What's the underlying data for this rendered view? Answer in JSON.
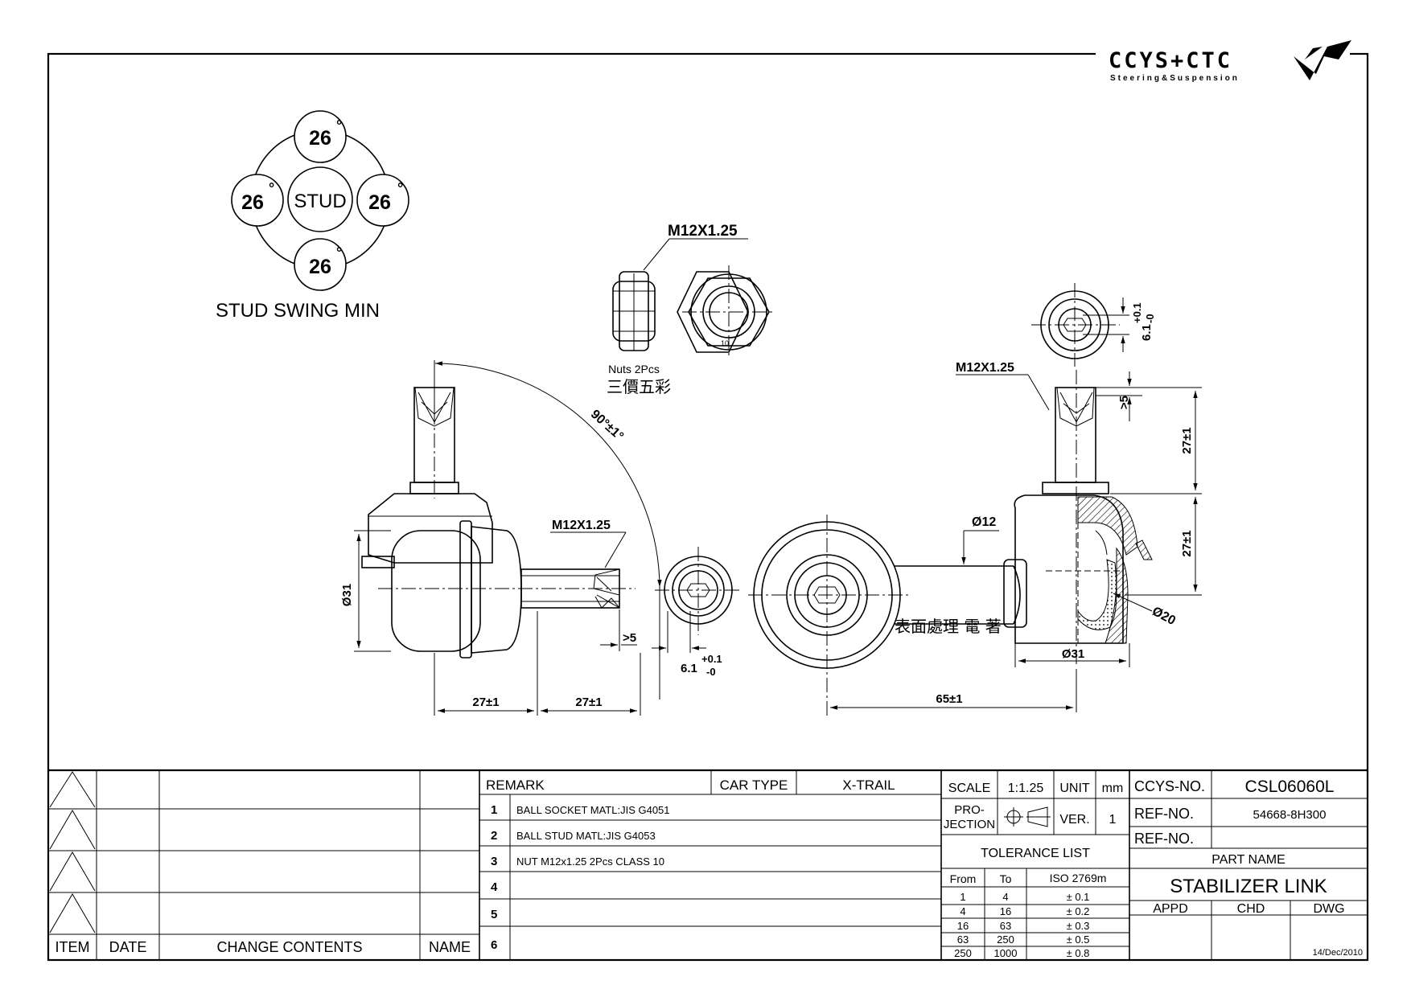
{
  "logo": {
    "brand": "CCYS+CTC",
    "tagline": "Steering&Suspension"
  },
  "swing": {
    "top": "26",
    "left": "26",
    "right": "26",
    "bottom": "26",
    "degree": "°",
    "center": "STUD",
    "caption": "STUD SWING MIN"
  },
  "nut": {
    "thread": "M12X1.25",
    "mark": "10",
    "note": "Nuts 2Pcs",
    "note_cn": "三價五彩"
  },
  "dims": {
    "thread_left": "M12X1.25",
    "thread_right": "M12X1.25",
    "angle": "90°±1°",
    "dia31_left": "Ø31",
    "gt5_left": ">5",
    "hex_left": "6.1",
    "tol_plus": "+0.1",
    "tol_minus": "-0",
    "len1": "27±1",
    "len2": "27±1",
    "ctc": "65±1",
    "dia12": "Ø12",
    "dia20": "Ø20",
    "dia31_right": "Ø31",
    "gt5_right": ">5",
    "len_r1": "27±1",
    "len_r2": "27±1",
    "hex_right": "6.1",
    "surface": "表面處理 電 著"
  },
  "revision": {
    "headers": {
      "item": "ITEM",
      "date": "DATE",
      "contents": "CHANGE CONTENTS",
      "name": "NAME"
    }
  },
  "remarks": {
    "header": "REMARK",
    "car_type_label": "CAR TYPE",
    "car_type": "X-TRAIL",
    "rows": [
      {
        "no": "1",
        "text": "BALL SOCKET MATL:JIS G4051"
      },
      {
        "no": "2",
        "text": "BALL STUD MATL:JIS G4053"
      },
      {
        "no": "3",
        "text": "NUT M12x1.25  2Pcs CLASS 10"
      },
      {
        "no": "4",
        "text": ""
      },
      {
        "no": "5",
        "text": ""
      },
      {
        "no": "6",
        "text": ""
      }
    ]
  },
  "spec": {
    "scale_label": "SCALE",
    "scale": "1:1.25",
    "unit_label": "UNIT",
    "unit": "mm",
    "projection_label_1": "PRO-",
    "projection_label_2": "JECTION",
    "ver_label": "VER.",
    "ver": "1",
    "tolerance_title": "TOLERANCE LIST",
    "tol_headers": {
      "from": "From",
      "to": "To",
      "iso": "ISO 2769m"
    },
    "tolerances": [
      {
        "from": "1",
        "to": "4",
        "tol": "± 0.1"
      },
      {
        "from": "4",
        "to": "16",
        "tol": "± 0.2"
      },
      {
        "from": "16",
        "to": "63",
        "tol": "± 0.3"
      },
      {
        "from": "63",
        "to": "250",
        "tol": "± 0.5"
      },
      {
        "from": "250",
        "to": "1000",
        "tol": "± 0.8"
      }
    ]
  },
  "title": {
    "ccys_label": "CCYS-NO.",
    "ccys_no": "CSL06060L",
    "ref_label": "REF-NO.",
    "ref_no": "54668-8H300",
    "ref_label2": "REF-NO.",
    "ref_no2": "",
    "part_name_label": "PART NAME",
    "part_name": "STABILIZER LINK",
    "appd": "APPD",
    "chd": "CHD",
    "dwg": "DWG",
    "date": "14/Dec/2010"
  }
}
